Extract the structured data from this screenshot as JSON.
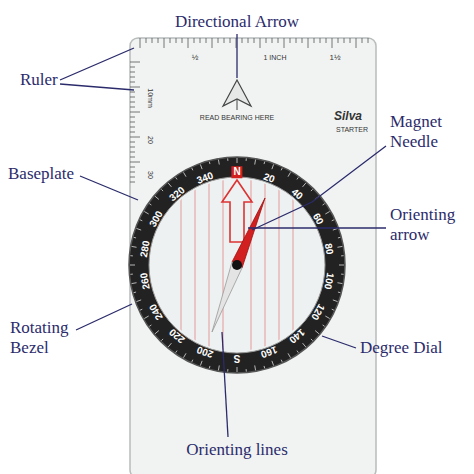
{
  "diagram": {
    "labels": [
      "Directional Arrow",
      "Ruler",
      "Baseplate",
      "Magnet Needle",
      "Orienting arrow",
      "Rotating Bezel",
      "Degree Dial",
      "Orienting lines",
      "½",
      "1 INCH",
      "1½",
      "10mm",
      "20",
      "30",
      "READ BEARING HERE",
      "Silva",
      "STARTER",
      "N",
      "20",
      "40",
      "60",
      "80",
      "100",
      "120",
      "140",
      "160",
      "S",
      "200",
      "220",
      "240",
      "260",
      "280",
      "300",
      "320",
      "340"
    ]
  }
}
